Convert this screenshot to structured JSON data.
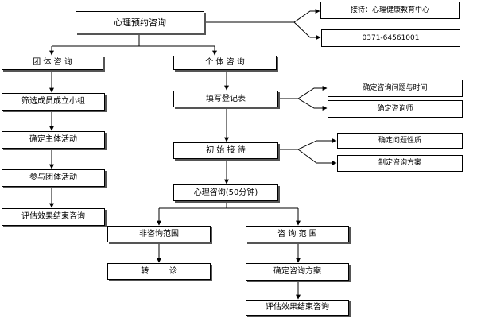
{
  "nodes": {
    "root": "心理预约咨询",
    "contact_reception": "接待：心理健康教育中心",
    "contact_phone": "0371-64561001",
    "group": "团 体 咨 询",
    "individual": "个 体 咨 询",
    "g_screen": "筛选成员成立小组",
    "g_theme": "确定主体活动",
    "g_participate": "参与团体活动",
    "g_evaluate": "评估效果结束咨询",
    "i_register": "填写登记表",
    "i_time": "确定咨询问题与时间",
    "i_counselor": "确定咨询师",
    "i_initial": "初 始 接 待",
    "i_nature": "确定问题性质",
    "i_plan": "制定咨询方案",
    "i_session": "心理咨询(50分钟)",
    "out_scope": "非咨询范围",
    "in_scope": "咨 询 范 围",
    "referral": "转        诊",
    "confirm_plan": "确定咨询方案",
    "i_evaluate": "评估效果结束咨询"
  }
}
